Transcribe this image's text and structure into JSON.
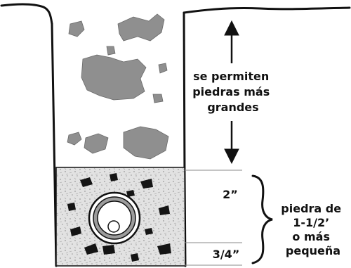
{
  "diagram": {
    "large_stones_label": [
      "se permiten",
      "piedras más",
      "grandes"
    ],
    "gravel_label": [
      "piedra de",
      "1-1/2’",
      "o más",
      "pequeña"
    ],
    "dim_top": "2”",
    "dim_bottom": "3/4”"
  },
  "colors": {
    "outline": "#111111",
    "stone_fill": "#8f8f8f",
    "gravel_fill": "#dedede",
    "pipe_ring": "#9c9c9c"
  }
}
